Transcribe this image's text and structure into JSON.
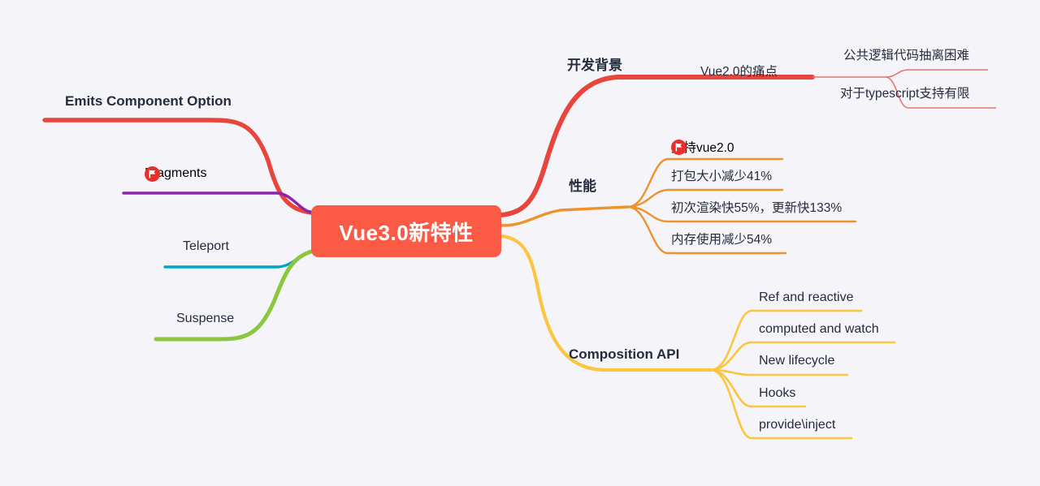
{
  "document": {
    "type": "mindmap",
    "background_color": "#f5f4f8",
    "central_node": {
      "text": "Vue3.0新特性",
      "fill": "#fb5a45",
      "text_color": "#ffffff"
    }
  },
  "colors": {
    "red": "#e8453c",
    "orange": "#f0922b",
    "yellow": "#fbc53f",
    "purple": "#8e24aa",
    "cyan": "#00a5c4",
    "green": "#8cc63e",
    "salmon": "#fb5a45",
    "text": "#252c3e",
    "sub_red": "#e4766e"
  },
  "branches": {
    "right": [
      {
        "label": "开发背景",
        "color": "#e8453c",
        "children": [
          {
            "label": "Vue2.0的痛点",
            "color": "#e4766e",
            "children": [
              {
                "label": "公共逻辑代码抽离困难"
              },
              {
                "label": "对于typescript支持有限"
              }
            ]
          }
        ]
      },
      {
        "label": "性能",
        "color": "#f0922b",
        "children": [
          {
            "label": "支持vue2.0",
            "icon": "red-flag-badge-icon"
          },
          {
            "label": "打包大小减少41%"
          },
          {
            "label": "初次渲染快55%，更新快133%"
          },
          {
            "label": "内存使用减少54%"
          }
        ]
      },
      {
        "label": "Composition API",
        "color": "#fbc53f",
        "children": [
          {
            "label": "Ref and reactive"
          },
          {
            "label": "computed and watch"
          },
          {
            "label": "New lifecycle"
          },
          {
            "label": "Hooks"
          },
          {
            "label": "provide\\inject"
          }
        ]
      }
    ],
    "left": [
      {
        "label": "Emits Component Option",
        "color": "#e8453c",
        "icon": null
      },
      {
        "label": "Fragments",
        "color": "#8e24aa",
        "icon": "red-flag-badge-icon"
      },
      {
        "label": "Teleport",
        "color": "#00a5c4",
        "icon": null
      },
      {
        "label": "Suspense",
        "color": "#8cc63e",
        "icon": null
      }
    ]
  }
}
